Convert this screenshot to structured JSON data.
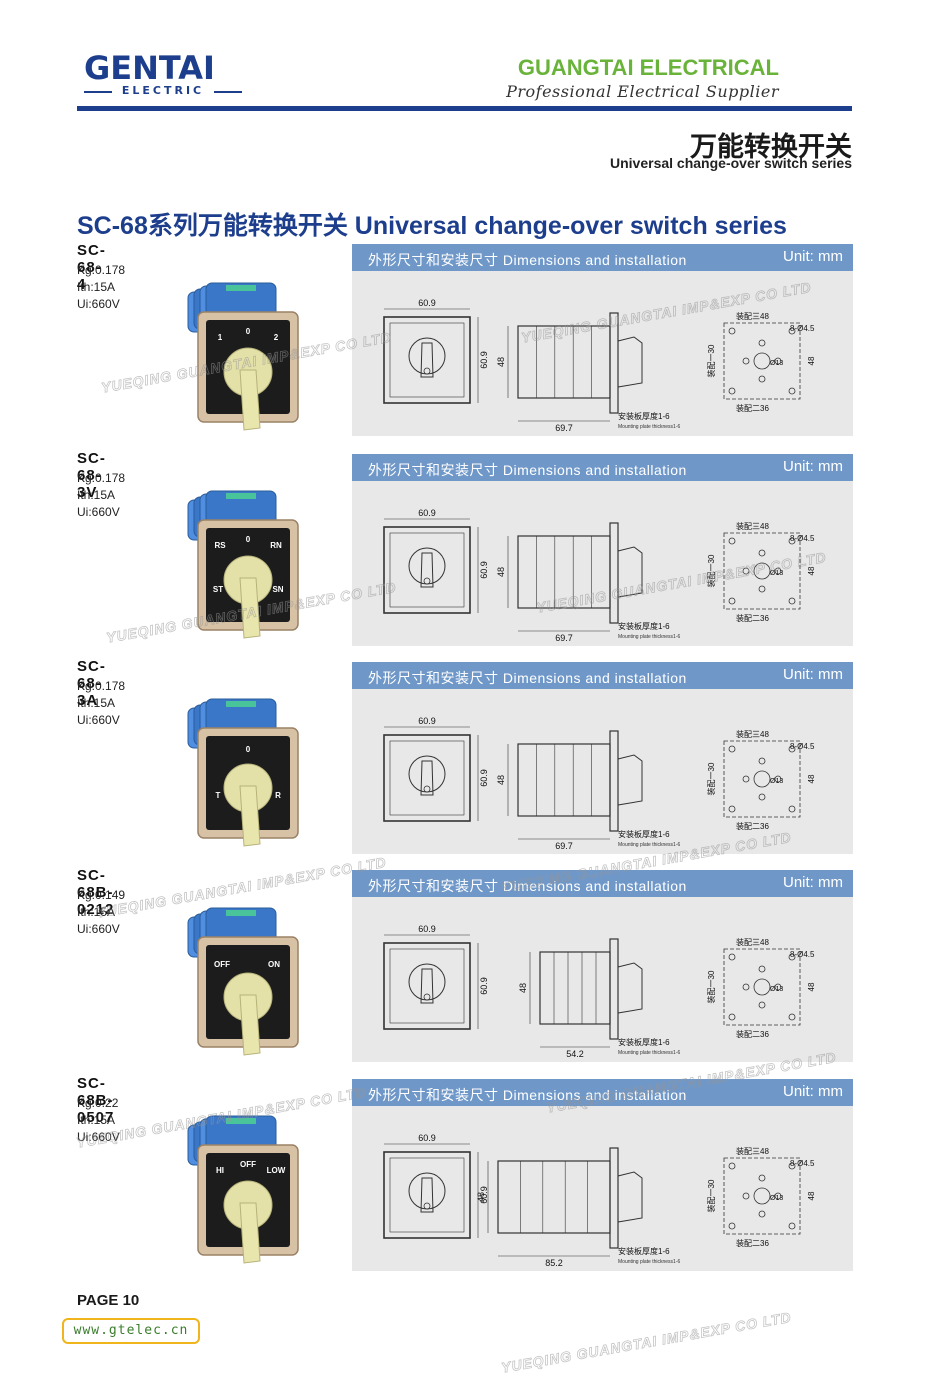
{
  "header": {
    "logo_main": "GENT",
    "logo_main_tail": "AI",
    "logo_sub": "ELECTRIC",
    "company": "GUANGTAI ELECTRICAL",
    "supplier": "Professional Electrical Supplier",
    "category_cn": "万能转换开关",
    "category_en": "Universal change-over switch series"
  },
  "series_title": "SC-68系列万能转换开关 Universal change-over switch series",
  "panel_labels": {
    "title": "外形尺寸和安装尺寸  Dimensions and installation",
    "unit": "Unit: mm"
  },
  "dims": {
    "front_w": "60.9",
    "front_h": "60.9",
    "body_h": "48",
    "plate": "安装板厚度1-6",
    "plate_en": "Mounting plate thickness1-6",
    "mount_top": "装配三48",
    "mount_hole": "8-Ø4.5",
    "mount_center": "Ø13",
    "mount_left": "装配一30",
    "mount_right": "48",
    "mount_bottom": "装配二36"
  },
  "products": [
    {
      "model": "SC-68-4",
      "kg": "Kg:0.178",
      "ith": "Ith:15A",
      "ui": "Ui:660V",
      "depth": "69.7",
      "positions": [
        "1",
        "0",
        "2"
      ]
    },
    {
      "model": "SC-68-3V",
      "kg": "Kg:0.178",
      "ith": "Ith:15A",
      "ui": "Ui:660V",
      "depth": "69.7",
      "positions": [
        "RS",
        "0",
        "RN",
        "ST",
        "SN"
      ]
    },
    {
      "model": "SC-68-3A",
      "kg": "Kg:0.178",
      "ith": "Ith:15A",
      "ui": "Ui:660V",
      "depth": "69.7",
      "positions": [
        "0",
        "T",
        "R"
      ]
    },
    {
      "model": "SC-68B-0212",
      "kg": "Kg:0.149",
      "ith": "Ith:15A",
      "ui": "Ui:660V",
      "depth": "54.2",
      "positions": [
        "OFF",
        "ON"
      ]
    },
    {
      "model": "SC-68B-0507",
      "kg": "Kg:0.22",
      "ith": "Ith:15A",
      "ui": "Ui:660V",
      "depth": "85.2",
      "positions": [
        "HI",
        "OFF",
        "LOW"
      ]
    }
  ],
  "watermark": "YUEQING GUANGTAI IMP&EXP CO LTD",
  "footer": {
    "page": "PAGE 10",
    "url": "www.gtelec.cn"
  },
  "colors": {
    "brand_blue": "#1d3e8c",
    "brand_green": "#6ab33a",
    "panel_header": "#6f98c9",
    "panel_bg": "#e8e8e9",
    "url_border": "#f1b51c"
  }
}
